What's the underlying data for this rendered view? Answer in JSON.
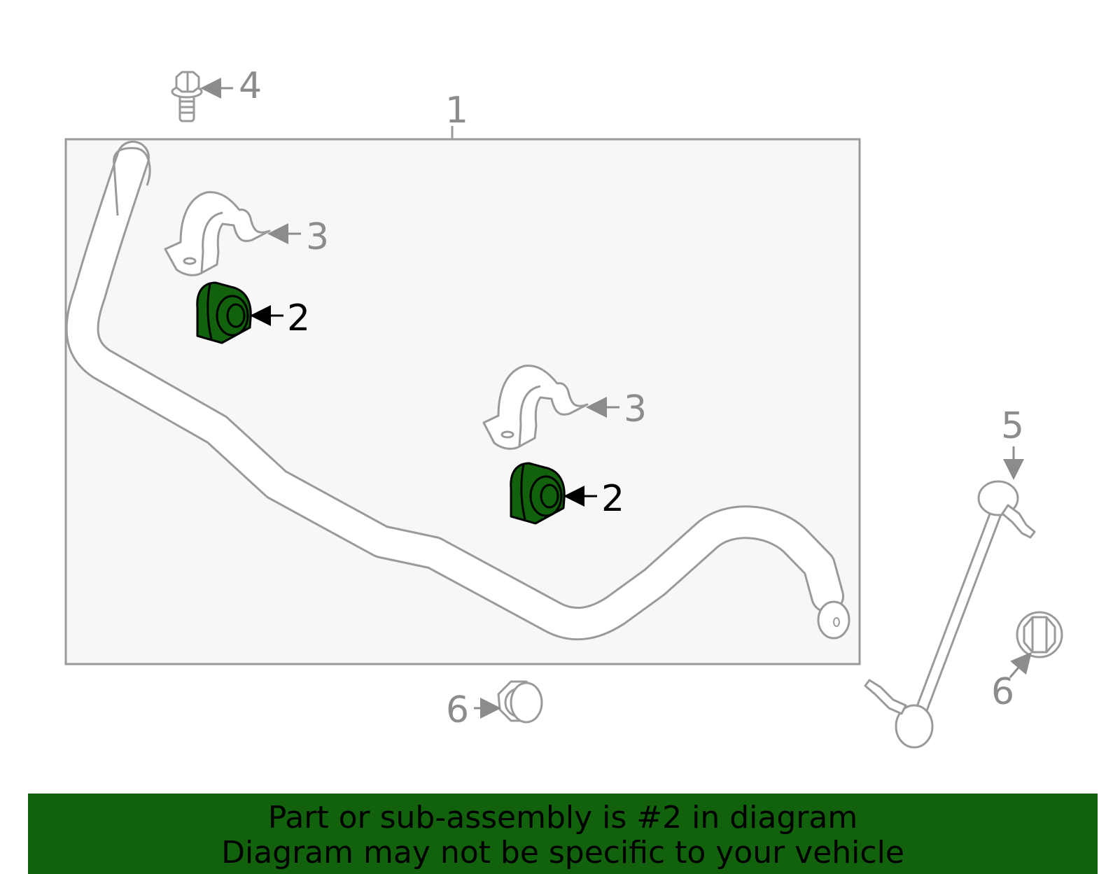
{
  "callouts": {
    "sway_bar": "1",
    "bushing_a": "2",
    "bushing_b": "2",
    "bracket_a": "3",
    "bracket_b": "3",
    "bolt": "4",
    "link": "5",
    "nut_a": "6",
    "nut_b": "6"
  },
  "banner": {
    "line1": "Part or sub-assembly is #2 in diagram",
    "line2": "Diagram may not be specific to your vehicle"
  },
  "colors": {
    "highlight": "#12610d",
    "line_gray": "#9a9a9a",
    "box_fill": "#f7f7f7",
    "banner_bg": "#12610d"
  }
}
